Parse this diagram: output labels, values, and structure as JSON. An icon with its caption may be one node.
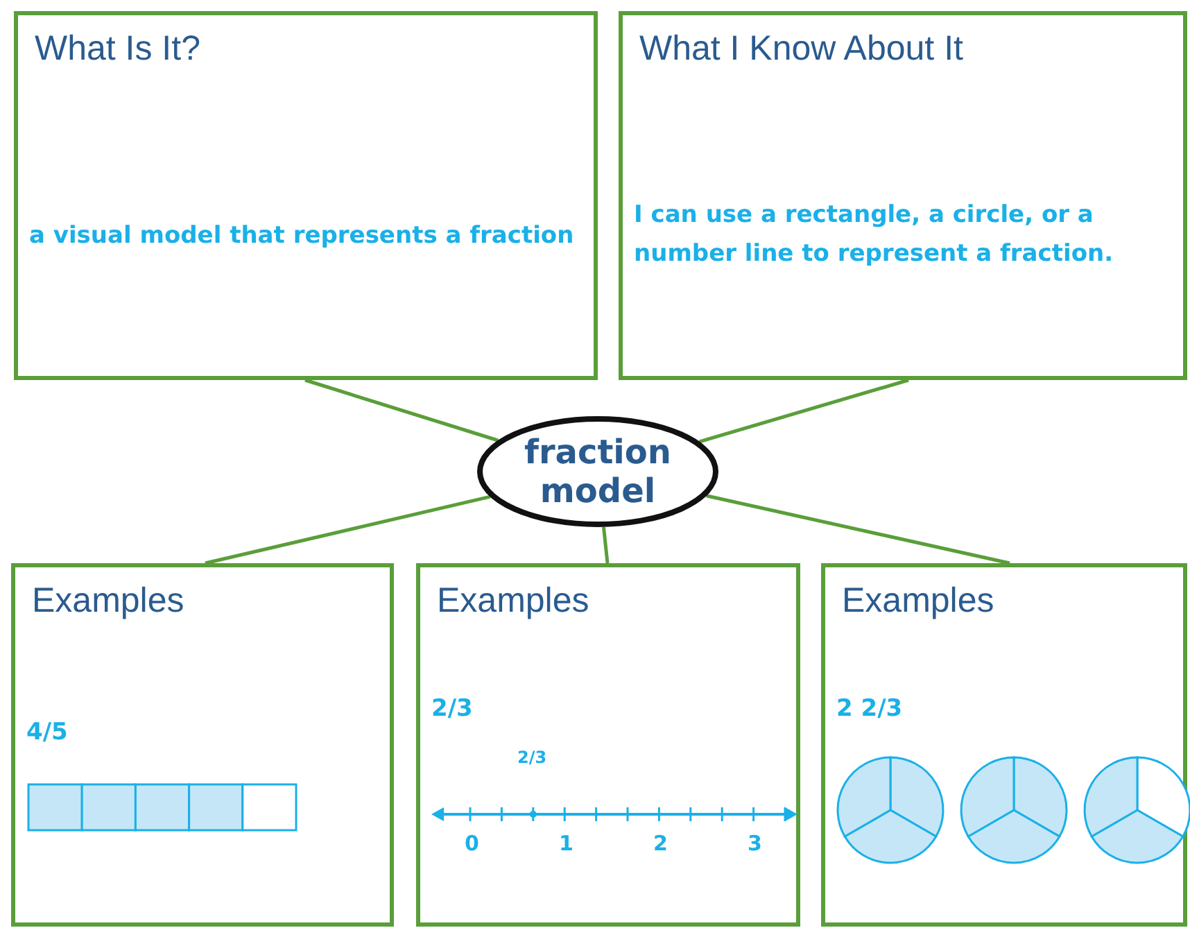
{
  "diagram": {
    "nodes": [
      {
        "text": [
          "What Is It?",
          "a visual model that represents a fraction"
        ]
      },
      {
        "text": [
          "What I Know About It",
          "I can use a rectangle, a circle, or a number line to represent a fraction."
        ]
      },
      {
        "text": [
          "fraction model"
        ]
      },
      {
        "text": [
          "Examples",
          "4/5"
        ]
      },
      {
        "text": [
          "Examples",
          "2/3"
        ]
      },
      {
        "text": [
          "Examples",
          "2 2/3"
        ]
      }
    ],
    "edges": [
      {
        "from": 2,
        "to": 0,
        "arrow": "none"
      },
      {
        "from": 2,
        "to": 1,
        "arrow": "none"
      },
      {
        "from": 2,
        "to": 3,
        "arrow": "none"
      },
      {
        "from": 2,
        "to": 4,
        "arrow": "none"
      },
      {
        "from": 2,
        "to": 5,
        "arrow": "none"
      }
    ],
    "labels": [
      "2/3",
      "0",
      "1",
      "2",
      "3"
    ]
  }
}
